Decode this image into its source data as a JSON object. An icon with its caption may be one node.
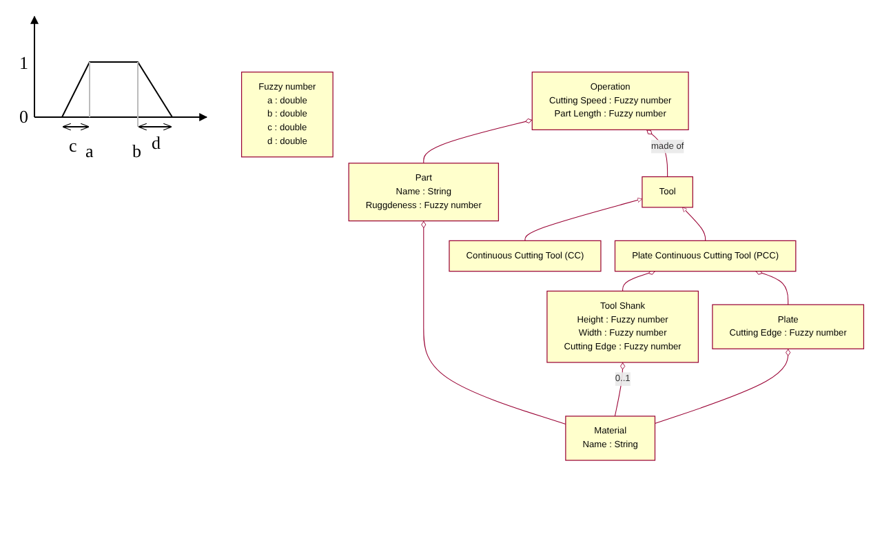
{
  "diagram": {
    "nodes": [
      {
        "text": [
          "Fuzzy number",
          "a : double",
          "b : double",
          "c : double",
          "d : double"
        ]
      },
      {
        "text": [
          "Operation",
          "Cutting Speed : Fuzzy number",
          "Part Length : Fuzzy number"
        ]
      },
      {
        "text": [
          "Part",
          "Name : String",
          "Ruggdeness : Fuzzy number"
        ]
      },
      {
        "text": [
          "Material",
          "Name : String"
        ]
      },
      {
        "text": [
          "Continuous Cutting Tool (CC)"
        ]
      },
      {
        "text": [
          "Tool Shank",
          "Height : Fuzzy number",
          "Width : Fuzzy number",
          "Cutting Edge : Fuzzy number"
        ]
      },
      {
        "text": [
          "Tool"
        ]
      },
      {
        "text": [
          "Plate Continuous Cutting Tool (PCC)"
        ]
      },
      {
        "text": [
          "Plate",
          "Cutting Edge : Fuzzy number"
        ]
      }
    ],
    "edges": [
      {
        "from": 2,
        "to": 1,
        "arrow": "other"
      },
      {
        "from": 3,
        "to": 2,
        "arrow": "other"
      },
      {
        "from": 6,
        "to": 1,
        "arrow": "other",
        "label": "made of"
      },
      {
        "from": 4,
        "to": 6,
        "arrow": "to"
      },
      {
        "from": 3,
        "to": 5,
        "arrow": "other",
        "label": "0..1"
      },
      {
        "from": 7,
        "to": 6,
        "arrow": "to"
      },
      {
        "from": 5,
        "to": 7,
        "arrow": "other"
      },
      {
        "from": 8,
        "to": 7,
        "arrow": "other"
      },
      {
        "from": 3,
        "to": 8,
        "arrow": "other"
      }
    ],
    "labels": [
      "1",
      "0",
      "c",
      "a",
      "b",
      "d"
    ]
  }
}
